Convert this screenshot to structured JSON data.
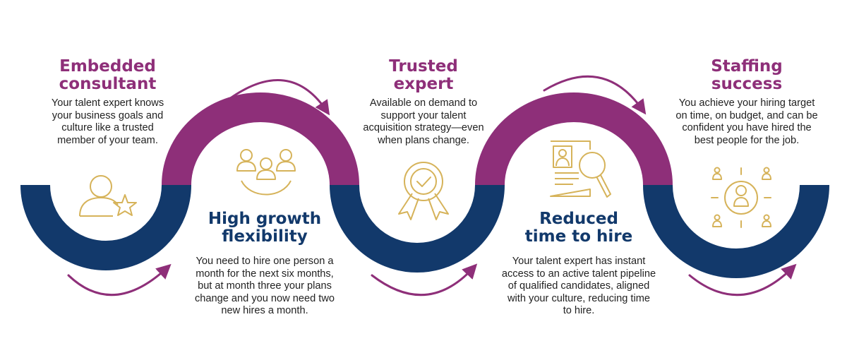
{
  "colors": {
    "purple": "#8e2f79",
    "navy": "#12396b",
    "gold": "#d6b35a",
    "text": "#222222"
  },
  "steps": [
    {
      "title_lines": [
        "Embedded",
        "consultant"
      ],
      "desc_lines": [
        "Your talent expert knows",
        "your business goals and",
        "culture like a trusted",
        "member of your team."
      ],
      "icon": "user-star-icon"
    },
    {
      "title_lines": [
        "High growth",
        "flexibility"
      ],
      "desc_lines": [
        "You need to hire one person a",
        "month for the next six months,",
        "but at month three your plans",
        "change and you now need two",
        "new hires a month."
      ],
      "icon": "team-group-icon"
    },
    {
      "title_lines": [
        "Trusted",
        "expert"
      ],
      "desc_lines": [
        "Available on demand to",
        "support your talent",
        "acquisition strategy—even",
        "when plans change."
      ],
      "icon": "award-ribbon-icon"
    },
    {
      "title_lines": [
        "Reduced",
        "time to hire"
      ],
      "desc_lines": [
        "Your talent expert has instant",
        "access to an active talent pipeline",
        "of qualified candidates, aligned",
        "with your culture, reducing time",
        "to hire."
      ],
      "icon": "resume-search-icon"
    },
    {
      "title_lines": [
        "Staffing",
        "success"
      ],
      "desc_lines": [
        "You achieve your hiring target",
        "on time, on budget, and can be",
        "confident you have hired the",
        "best people for the job."
      ],
      "icon": "target-person-icon"
    }
  ]
}
